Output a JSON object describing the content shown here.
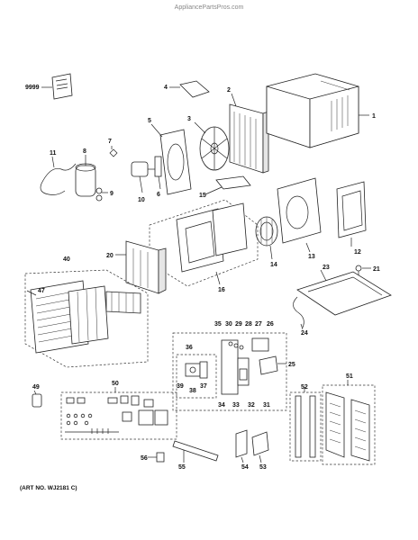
{
  "watermark": "AppliancePartsPros.com",
  "art_number": "(ART NO. WJ2181 C)",
  "labels": {
    "p1": "1",
    "p2": "2",
    "p3": "3",
    "p4": "4",
    "p5": "5",
    "p6": "6",
    "p7": "7",
    "p8": "8",
    "p9": "9",
    "p10": "10",
    "p11": "11",
    "p12": "12",
    "p13": "13",
    "p14": "14",
    "p15": "15",
    "p16": "16",
    "p20": "20",
    "p21": "21",
    "p23": "23",
    "p24": "24",
    "p25": "25",
    "p26": "26",
    "p27": "27",
    "p28": "28",
    "p29": "29",
    "p30": "30",
    "p31": "31",
    "p32": "32",
    "p33": "33",
    "p34": "34",
    "p35": "35",
    "p36": "36",
    "p37": "37",
    "p38": "38",
    "p39": "39",
    "p40": "40",
    "p47": "47",
    "p49": "49",
    "p50": "50",
    "p51": "51",
    "p52": "52",
    "p53": "53",
    "p54": "54",
    "p55": "55",
    "p56": "56",
    "p9999": "9999"
  }
}
